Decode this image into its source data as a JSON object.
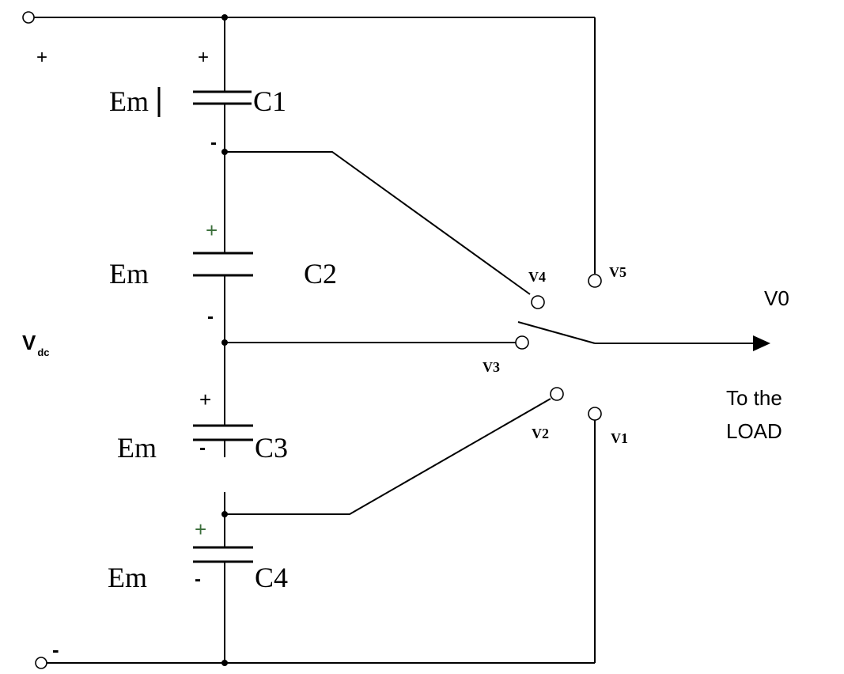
{
  "labels": {
    "vdc_plus": "+",
    "vdc_minus": "-",
    "vdc_main": "V",
    "vdc_sub": "dc",
    "c1": "C1",
    "c2": "C2",
    "c3": "C3",
    "c4": "C4",
    "em1": "Em",
    "em2": "Em",
    "em3": "Em",
    "em4": "Em",
    "c1_plus": "+",
    "c1_minus": "-",
    "c2_plus": "+",
    "c2_minus": "-",
    "c3_plus": "+",
    "c3_minus": "-",
    "c4_plus": "+",
    "c4_minus": "-",
    "v1": "V1",
    "v2": "V2",
    "v3": "V3",
    "v4": "V4",
    "v5": "V5",
    "v0": "V0",
    "load_line1": "To the",
    "load_line2": "LOAD"
  }
}
